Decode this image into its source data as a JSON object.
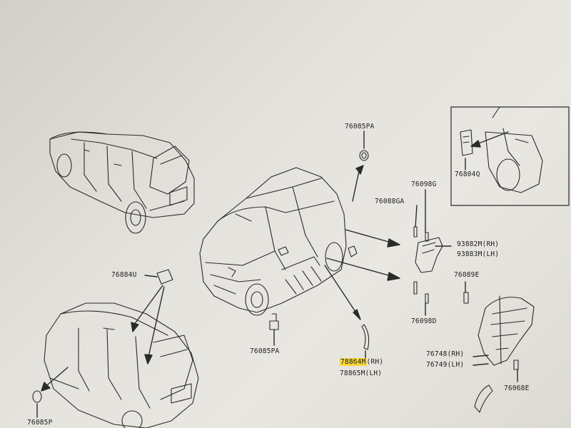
{
  "parts": [
    {
      "id": "p76085pa_top",
      "number": "76085PA",
      "side": ""
    },
    {
      "id": "p76088ga",
      "number": "76088GA",
      "side": ""
    },
    {
      "id": "p76098g",
      "number": "76098G",
      "side": ""
    },
    {
      "id": "p93882m",
      "number": "93882M",
      "side": "(RH)"
    },
    {
      "id": "p93883m",
      "number": "93883M",
      "side": "(LH)"
    },
    {
      "id": "p76089e",
      "number": "76089E",
      "side": ""
    },
    {
      "id": "p76098d",
      "number": "76098D",
      "side": ""
    },
    {
      "id": "p76748",
      "number": "76748",
      "side": "(RH)"
    },
    {
      "id": "p76749",
      "number": "76749",
      "side": "(LH)"
    },
    {
      "id": "p76068e",
      "number": "76068E",
      "side": ""
    },
    {
      "id": "p78864m",
      "number": "78864M",
      "side": "(RH)",
      "highlight": "#f7d63a"
    },
    {
      "id": "p78865m",
      "number": "78865M",
      "side": "(LH)"
    },
    {
      "id": "p76085pa_bottom",
      "number": "76085PA",
      "side": ""
    },
    {
      "id": "p76884u",
      "number": "76884U",
      "side": ""
    },
    {
      "id": "p76085p",
      "number": "76085P",
      "side": ""
    },
    {
      "id": "p76804q",
      "number": "76804Q",
      "side": ""
    }
  ]
}
